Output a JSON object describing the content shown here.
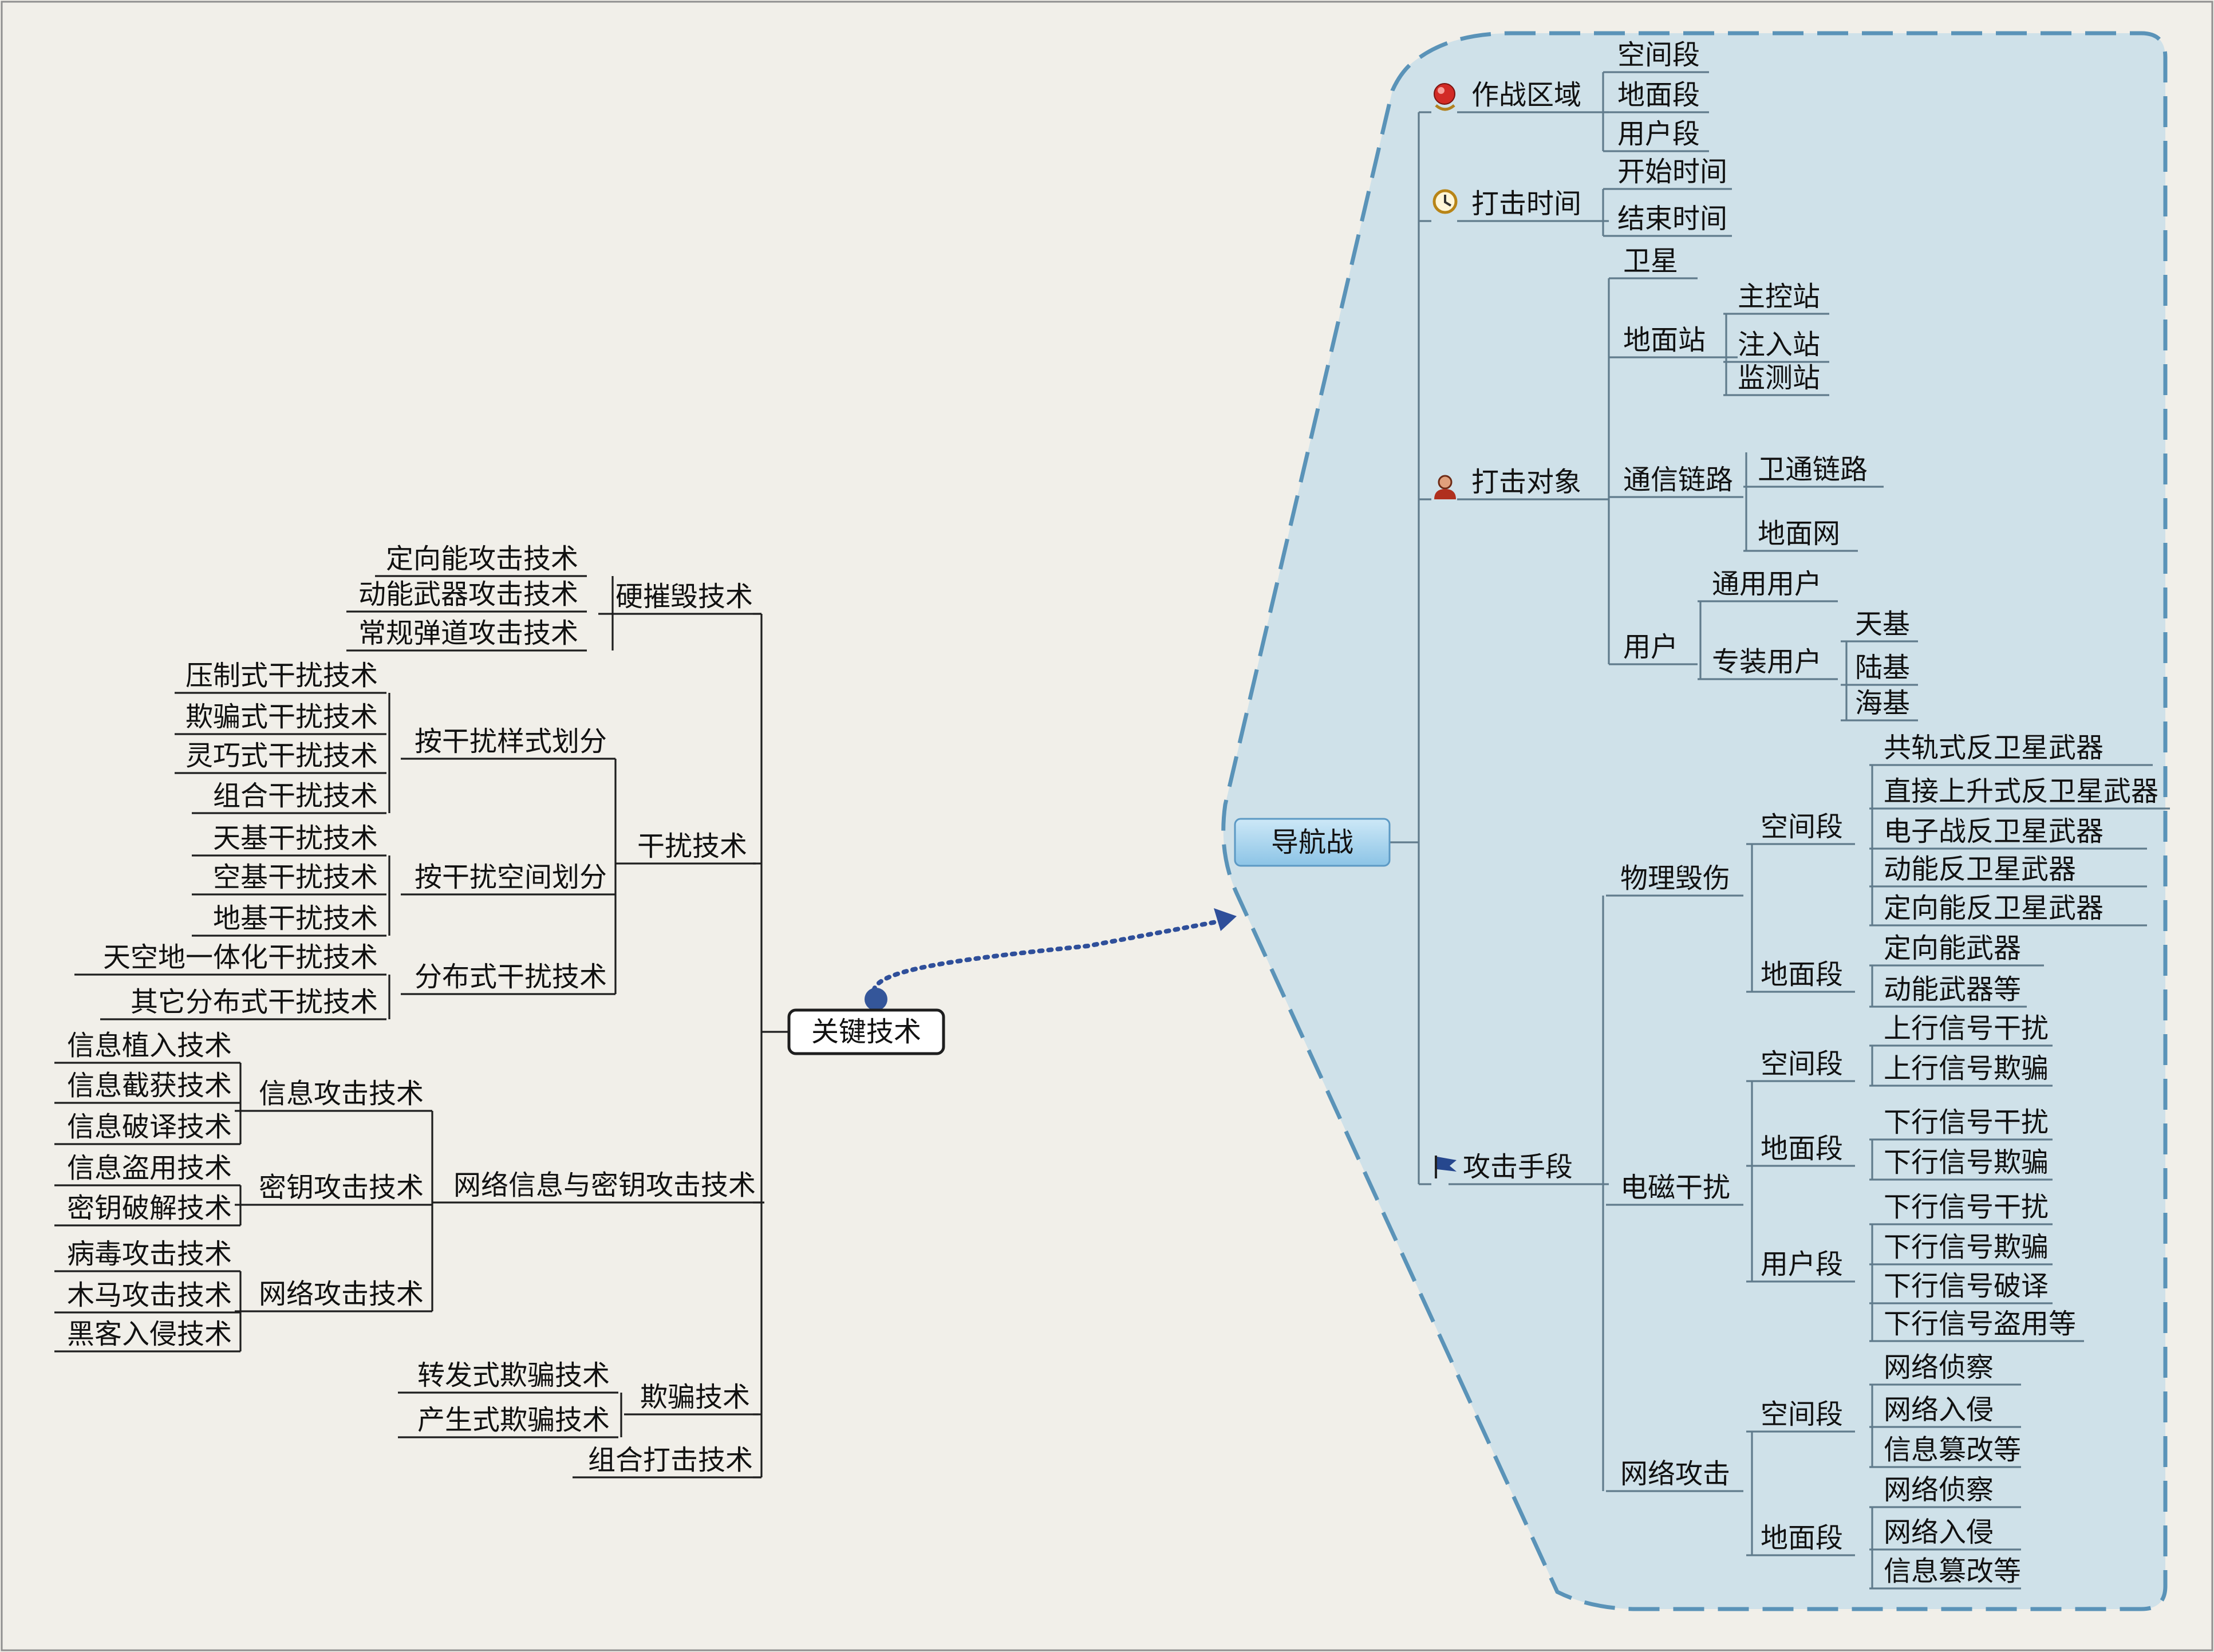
{
  "central": {
    "label": "关键技术"
  },
  "left": {
    "children": [
      {
        "label": "硬摧毁技术",
        "children": [
          {
            "label": "定向能攻击技术"
          },
          {
            "label": "动能武器攻击技术"
          },
          {
            "label": "常规弹道攻击技术"
          }
        ]
      },
      {
        "label": "干扰技术",
        "children": [
          {
            "label": "按干扰样式划分",
            "children": [
              {
                "label": "压制式干扰技术"
              },
              {
                "label": "欺骗式干扰技术"
              },
              {
                "label": "灵巧式干扰技术"
              },
              {
                "label": "组合干扰技术"
              }
            ]
          },
          {
            "label": "按干扰空间划分",
            "children": [
              {
                "label": "天基干扰技术"
              },
              {
                "label": "空基干扰技术"
              },
              {
                "label": "地基干扰技术"
              }
            ]
          },
          {
            "label": "分布式干扰技术",
            "children": [
              {
                "label": "天空地一体化干扰技术"
              },
              {
                "label": "其它分布式干扰技术"
              }
            ]
          }
        ]
      },
      {
        "label": "网络信息与密钥攻击技术",
        "children": [
          {
            "label": "信息攻击技术",
            "children": [
              {
                "label": "信息植入技术"
              },
              {
                "label": "信息截获技术"
              },
              {
                "label": "信息破译技术"
              }
            ]
          },
          {
            "label": "密钥攻击技术",
            "children": [
              {
                "label": "信息盗用技术"
              },
              {
                "label": "密钥破解技术"
              }
            ]
          },
          {
            "label": "网络攻击技术",
            "children": [
              {
                "label": "病毒攻击技术"
              },
              {
                "label": "木马攻击技术"
              },
              {
                "label": "黑客入侵技术"
              }
            ]
          }
        ]
      },
      {
        "label": "欺骗技术",
        "children": [
          {
            "label": "转发式欺骗技术"
          },
          {
            "label": "产生式欺骗技术"
          }
        ]
      },
      {
        "label": "组合打击技术"
      }
    ]
  },
  "right": {
    "label": "导航战",
    "children": [
      {
        "label": "作战区域",
        "icon": "red-pin-icon",
        "children": [
          {
            "label": "空间段"
          },
          {
            "label": "地面段"
          },
          {
            "label": "用户段"
          }
        ]
      },
      {
        "label": "打击时间",
        "icon": "clock-icon",
        "children": [
          {
            "label": "开始时间"
          },
          {
            "label": "结束时间"
          }
        ]
      },
      {
        "label": "打击对象",
        "icon": "person-icon",
        "children": [
          {
            "label": "卫星"
          },
          {
            "label": "地面站",
            "children": [
              {
                "label": "主控站"
              },
              {
                "label": "注入站"
              },
              {
                "label": "监测站"
              }
            ]
          },
          {
            "label": "通信链路",
            "children": [
              {
                "label": "卫通链路"
              },
              {
                "label": "地面网"
              }
            ]
          },
          {
            "label": "用户",
            "children": [
              {
                "label": "通用用户"
              },
              {
                "label": "专装用户",
                "children": [
                  {
                    "label": "天基"
                  },
                  {
                    "label": "陆基"
                  },
                  {
                    "label": "海基"
                  }
                ]
              }
            ]
          }
        ]
      },
      {
        "label": "攻击手段",
        "icon": "flag-icon",
        "children": [
          {
            "label": "物理毁伤",
            "children": [
              {
                "label": "空间段",
                "children": [
                  {
                    "label": "共轨式反卫星武器"
                  },
                  {
                    "label": "直接上升式反卫星武器"
                  },
                  {
                    "label": "电子战反卫星武器"
                  },
                  {
                    "label": "动能反卫星武器"
                  },
                  {
                    "label": "定向能反卫星武器"
                  }
                ]
              },
              {
                "label": "地面段",
                "children": [
                  {
                    "label": "定向能武器"
                  },
                  {
                    "label": "动能武器等"
                  }
                ]
              }
            ]
          },
          {
            "label": "电磁干扰",
            "children": [
              {
                "label": "空间段",
                "children": [
                  {
                    "label": "上行信号干扰"
                  },
                  {
                    "label": "上行信号欺骗"
                  }
                ]
              },
              {
                "label": "地面段",
                "children": [
                  {
                    "label": "下行信号干扰"
                  },
                  {
                    "label": "下行信号欺骗"
                  }
                ]
              },
              {
                "label": "用户段",
                "children": [
                  {
                    "label": "下行信号干扰"
                  },
                  {
                    "label": "下行信号欺骗"
                  },
                  {
                    "label": "下行信号破译"
                  },
                  {
                    "label": "下行信号盗用等"
                  }
                ]
              }
            ]
          },
          {
            "label": "网络攻击",
            "children": [
              {
                "label": "空间段",
                "children": [
                  {
                    "label": "网络侦察"
                  },
                  {
                    "label": "网络入侵"
                  },
                  {
                    "label": "信息篡改等"
                  }
                ]
              },
              {
                "label": "地面段",
                "children": [
                  {
                    "label": "网络侦察"
                  },
                  {
                    "label": "网络入侵"
                  },
                  {
                    "label": "信息篡改等"
                  }
                ]
              }
            ]
          }
        ]
      }
    ]
  },
  "colors": {
    "background": "#f1efe9",
    "region_fill": "#cfe1e9",
    "region_border": "#5a93b8",
    "root_fill": "#a8d4ee",
    "line": "#1e1e1e",
    "connector": "#2f4f9a"
  }
}
